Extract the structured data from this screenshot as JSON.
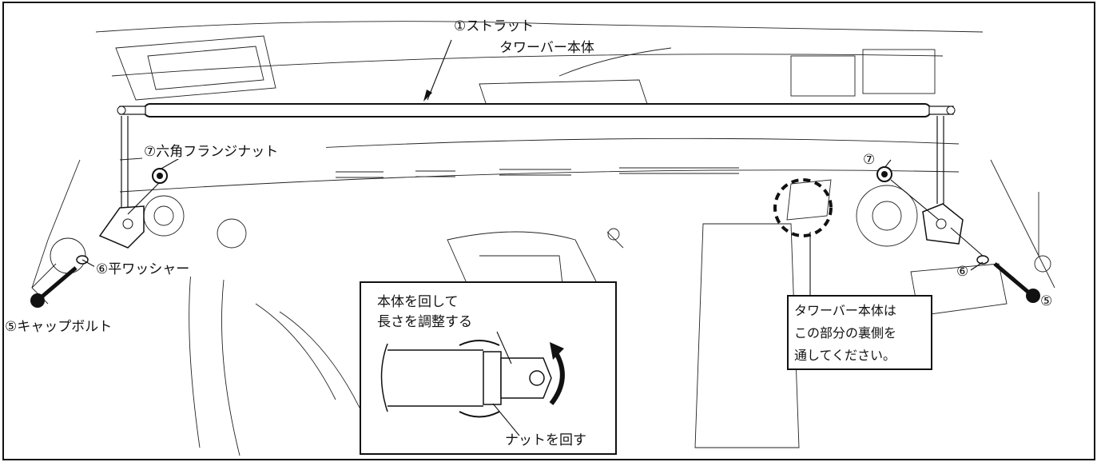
{
  "labels": {
    "strut_bar_line1": "①ストラット",
    "strut_bar_line2": "タワーバー本体",
    "flange_nut_left": "⑦六角フランジナット",
    "flat_washer_left": "⑥平ワッシャー",
    "cap_bolt_left": "⑤キャップボルト",
    "flange_nut_right": "⑦",
    "flat_washer_right": "⑥",
    "cap_bolt_right": "⑤"
  },
  "inset": {
    "line1": "本体を回して",
    "line2": "長さを調整する",
    "nut_label": "ナットを回す"
  },
  "callout": {
    "line1": "タワーバー本体は",
    "line2": "この部分の裏側を",
    "line3": "通してください。"
  }
}
